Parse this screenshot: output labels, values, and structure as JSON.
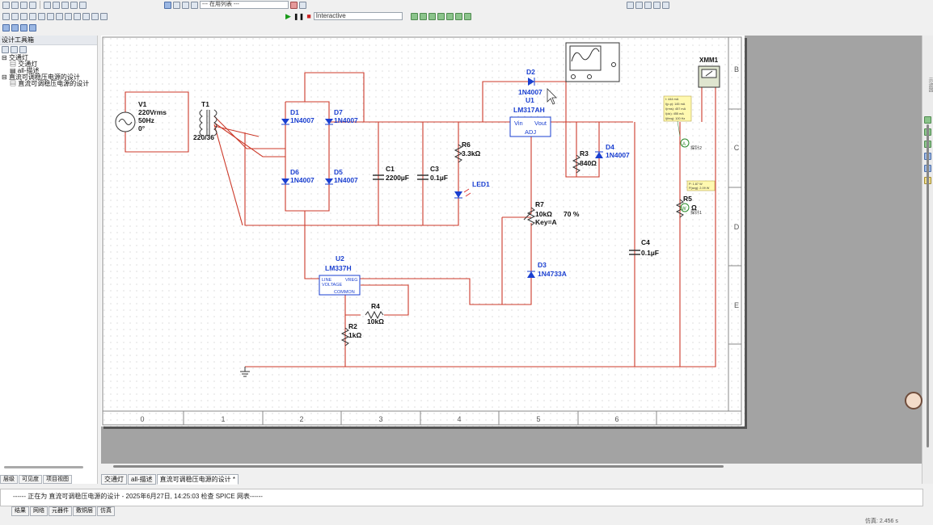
{
  "toolbar": {
    "list_combo": "--- 在用列表 ---",
    "mode": "Interactive"
  },
  "left_panel": {
    "title": "设计工具箱",
    "tree": [
      "交通灯",
      "交通灯",
      "all-描述",
      "直流可调稳压电源的设计",
      "直流可调稳压电源的设计"
    ],
    "tabs": [
      "层级",
      "可见度",
      "项目视图"
    ]
  },
  "doc_tabs": [
    "交通灯",
    "all-描述",
    "直流可调稳压电源的设计 *"
  ],
  "message": "------ 正在为 直流可调稳压电源的设计 - 2025年6月27日, 14:25:03 检查 SPICE 网表------",
  "bottom_tabs": [
    "结果",
    "网络",
    "元器件",
    "敷铜层",
    "仿真"
  ],
  "status": "仿真: 2.456 s",
  "right_tab_label": "示波器",
  "schematic": {
    "column_labels": [
      "0",
      "1",
      "2",
      "3",
      "4",
      "5",
      "6"
    ],
    "row_labels": [
      "B",
      "C",
      "D",
      "E"
    ],
    "V1": {
      "ref": "V1",
      "value": "220Vrms",
      "freq": "50Hz",
      "phase": "0°"
    },
    "T1": {
      "ref": "T1",
      "ratio": "220/36"
    },
    "D1": {
      "ref": "D1",
      "part": "1N4007"
    },
    "D7": {
      "ref": "D7",
      "part": "1N4007"
    },
    "D6": {
      "ref": "D6",
      "part": "1N4007"
    },
    "D5": {
      "ref": "D5",
      "part": "1N4007"
    },
    "C1": {
      "ref": "C1",
      "value": "2200µF"
    },
    "C3": {
      "ref": "C3",
      "value": "0.1µF"
    },
    "R6": {
      "ref": "R6",
      "value": "3.3kΩ"
    },
    "LED1": {
      "ref": "LED1"
    },
    "D2": {
      "ref": "D2",
      "part": "1N4007"
    },
    "U1": {
      "ref": "U1",
      "part": "LM317AH",
      "vin": "Vin",
      "vout": "Vout",
      "adj": "ADJ"
    },
    "R3": {
      "ref": "R3",
      "value": "840Ω"
    },
    "D4": {
      "ref": "D4",
      "part": "1N4007"
    },
    "R7": {
      "ref": "R7",
      "value": "10kΩ",
      "key": "Key=A",
      "percent": "70 %"
    },
    "D3": {
      "ref": "D3",
      "part": "1N4733A"
    },
    "U2": {
      "ref": "U2",
      "part": "LM337H",
      "line": "LINE",
      "vreg": "VREG",
      "voltage": "VOLTAGE",
      "common": "COMMON"
    },
    "R4": {
      "ref": "R4",
      "value": "10kΩ"
    },
    "R2": {
      "ref": "R2",
      "value": "1kΩ"
    },
    "C4": {
      "ref": "C4",
      "value": "0.1µF"
    },
    "R5": {
      "ref": "R5",
      "value": "Ω"
    },
    "XMM1": {
      "ref": "XMM1"
    },
    "probe2": {
      "label": "探针2",
      "lines": [
        "I: 444 mA",
        "I(p-p): 145 mA",
        "I(rms): 457 mA",
        "I(dc): 455 mA",
        "I(freq): 100 Hz"
      ]
    },
    "probe1": {
      "label": "探针1",
      "lines": [
        "P: 1.87 W",
        "P(avg): 2.09 W"
      ]
    }
  }
}
